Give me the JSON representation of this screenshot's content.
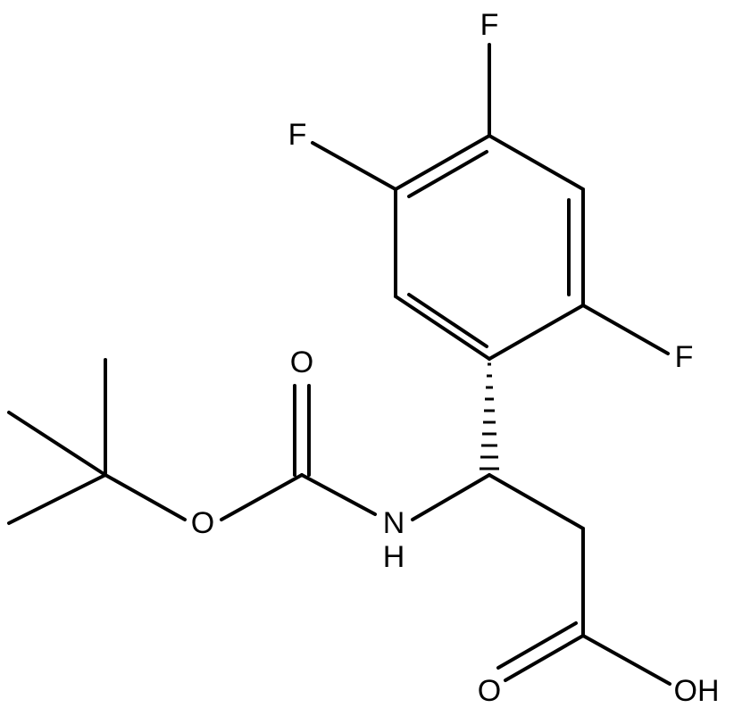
{
  "molecule": {
    "labels": {
      "f_top": "F",
      "f_left": "F",
      "f_right": "F",
      "o_carbonyl_boc": "O",
      "o_ester": "O",
      "nh": "N",
      "nh_h": "H",
      "o_acid": "O",
      "oh": "OH"
    },
    "colors": {
      "bond": "#000000",
      "background": "#ffffff"
    }
  }
}
